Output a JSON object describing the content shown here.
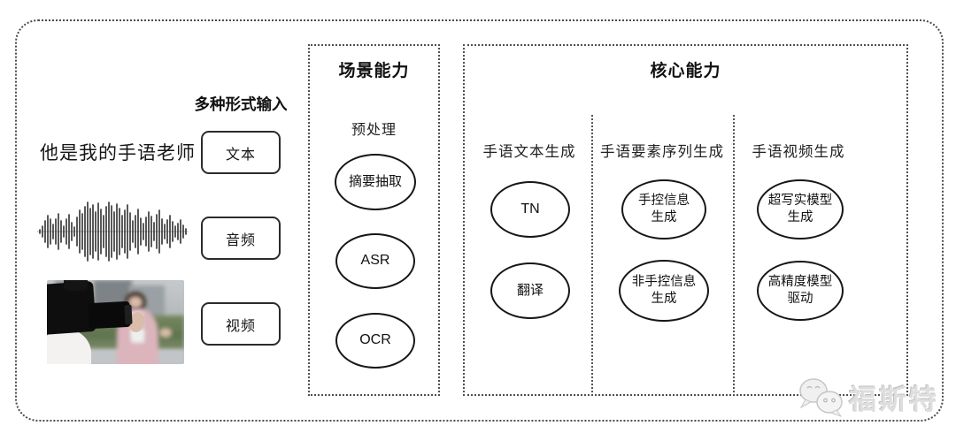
{
  "page": {
    "background": "#ffffff",
    "border_color": "#4b4b4b",
    "ink_color": "#1d1d1d"
  },
  "input_section": {
    "heading": "多种形式输入",
    "sample_text": "他是我的手语老师",
    "items": [
      {
        "label": "文本"
      },
      {
        "label": "音频"
      },
      {
        "label": "视频"
      }
    ]
  },
  "scene_box": {
    "title": "场景能力",
    "subtitle": "预处理",
    "nodes": [
      "摘要抽取",
      "ASR",
      "OCR"
    ]
  },
  "core_box": {
    "title": "核心能力",
    "columns": [
      {
        "header": "手语文本生成",
        "nodes": [
          "TN",
          "翻译"
        ]
      },
      {
        "header": "手语要素序列生成",
        "nodes": [
          "手控信息\n生成",
          "非手控信息\n生成"
        ]
      },
      {
        "header": "手语视频生成",
        "nodes": [
          "超写实模型\n生成",
          "高精度模型\n驱动"
        ]
      }
    ]
  },
  "watermark": {
    "text": "福斯特"
  },
  "waveform": {
    "amplitudes": [
      2,
      6,
      12,
      18,
      14,
      8,
      14,
      20,
      12,
      6,
      14,
      19,
      10,
      5,
      16,
      24,
      20,
      28,
      33,
      26,
      30,
      22,
      32,
      25,
      18,
      28,
      33,
      29,
      22,
      31,
      26,
      18,
      24,
      30,
      21,
      12,
      18,
      25,
      15,
      9,
      16,
      22,
      17,
      10,
      19,
      24,
      14,
      8,
      13,
      18,
      11,
      6,
      9,
      13,
      7,
      3
    ]
  }
}
